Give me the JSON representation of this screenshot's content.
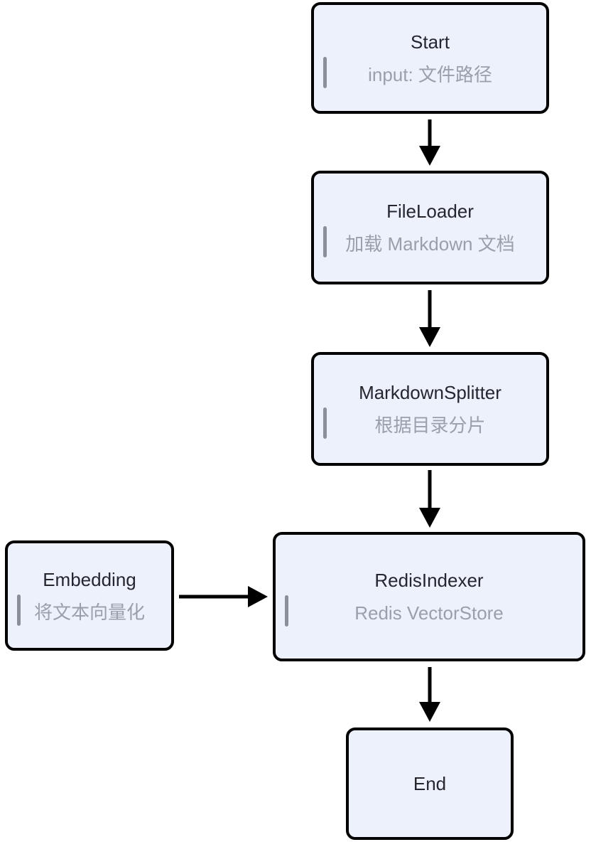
{
  "diagram": {
    "type": "flowchart",
    "nodes": {
      "start": {
        "title": "Start",
        "subtitle": "input: 文件路径"
      },
      "fileloader": {
        "title": "FileLoader",
        "subtitle": "加载 Markdown 文档"
      },
      "markdownsplitter": {
        "title": "MarkdownSplitter",
        "subtitle": "根据目录分片"
      },
      "embedding": {
        "title": "Embedding",
        "subtitle": "将文本向量化"
      },
      "redisindexer": {
        "title": "RedisIndexer",
        "subtitle": "Redis VectorStore"
      },
      "end": {
        "title": "End"
      }
    },
    "edges": [
      {
        "from": "Start",
        "to": "FileLoader"
      },
      {
        "from": "FileLoader",
        "to": "MarkdownSplitter"
      },
      {
        "from": "MarkdownSplitter",
        "to": "RedisIndexer"
      },
      {
        "from": "Embedding",
        "to": "RedisIndexer"
      },
      {
        "from": "RedisIndexer",
        "to": "End"
      }
    ],
    "colors": {
      "node_fill": "#ECF1FB",
      "node_border": "#000000",
      "title_color": "#26262E",
      "subtitle_color": "#9AA0AB",
      "port_bar_color": "#8B8F98",
      "edge_color": "#000000",
      "canvas_bg": "#FFFFFF"
    }
  }
}
